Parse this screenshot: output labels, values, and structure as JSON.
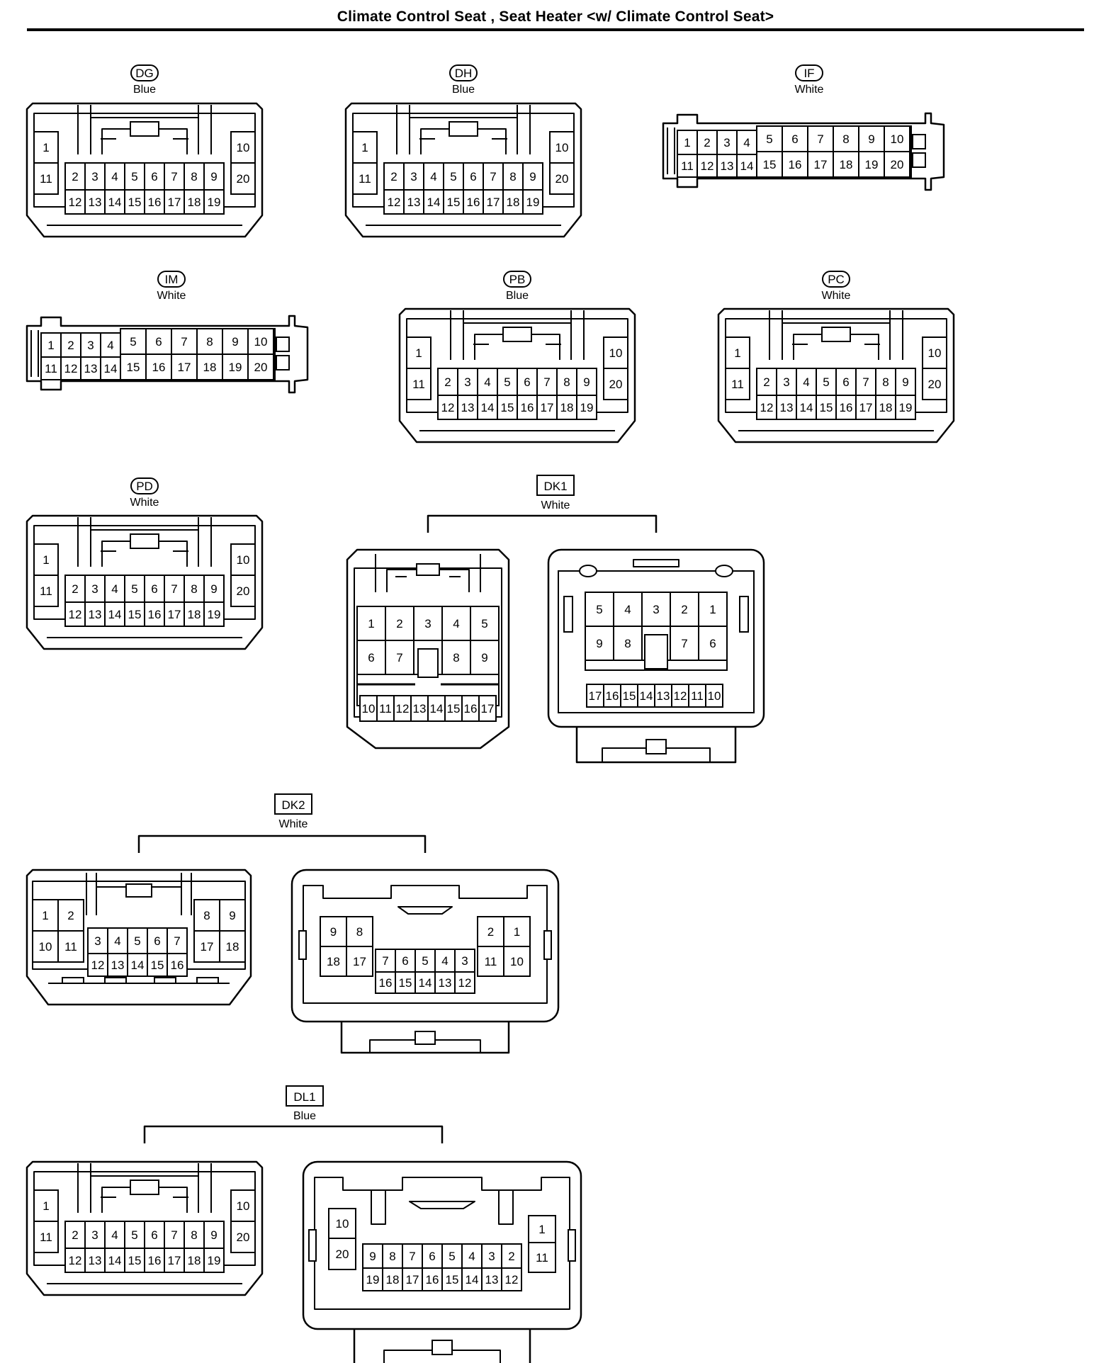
{
  "title": "Climate Control Seat , Seat Heater <w/ Climate Control Seat>",
  "connectors": [
    {
      "code": "DG",
      "color": "Blue"
    },
    {
      "code": "DH",
      "color": "Blue"
    },
    {
      "code": "IF",
      "color": "White"
    },
    {
      "code": "IM",
      "color": "White"
    },
    {
      "code": "PB",
      "color": "Blue"
    },
    {
      "code": "PC",
      "color": "White"
    },
    {
      "code": "PD",
      "color": "White"
    },
    {
      "code": "DK1",
      "color": "White"
    },
    {
      "code": "DK2",
      "color": "White"
    },
    {
      "code": "DL1",
      "color": "Blue"
    }
  ],
  "pin_layouts": {
    "type20": {
      "left": [
        "1",
        "11"
      ],
      "right": [
        "10",
        "20"
      ],
      "top": [
        "2",
        "3",
        "4",
        "5",
        "6",
        "7",
        "8",
        "9"
      ],
      "bottom": [
        "12",
        "13",
        "14",
        "15",
        "16",
        "17",
        "18",
        "19"
      ]
    },
    "type20_flat": {
      "top_left": [
        "1",
        "2",
        "3",
        "4"
      ],
      "bottom_left": [
        "11",
        "12",
        "13",
        "14"
      ],
      "top_right": [
        "5",
        "6",
        "7",
        "8",
        "9",
        "10"
      ],
      "bottom_right": [
        "15",
        "16",
        "17",
        "18",
        "19",
        "20"
      ]
    },
    "dk1_male": {
      "row1": [
        "1",
        "2",
        "3",
        "4",
        "5"
      ],
      "row2": [
        "6",
        "7",
        "",
        "8",
        "9"
      ],
      "row3": [
        "10",
        "11",
        "12",
        "13",
        "14",
        "15",
        "16",
        "17"
      ]
    },
    "dk1_female": {
      "row1": [
        "5",
        "4",
        "3",
        "2",
        "1"
      ],
      "row2": [
        "9",
        "8",
        "",
        "7",
        "6"
      ],
      "row3": [
        "17",
        "16",
        "15",
        "14",
        "13",
        "12",
        "11",
        "10"
      ]
    },
    "dk2_male": {
      "left": [
        "1",
        "2",
        "10",
        "11"
      ],
      "right": [
        "8",
        "9",
        "17",
        "18"
      ],
      "mid_top": [
        "3",
        "4",
        "5",
        "6",
        "7"
      ],
      "mid_bottom": [
        "12",
        "13",
        "14",
        "15",
        "16"
      ]
    },
    "dk2_female": {
      "left": [
        "9",
        "8",
        "18",
        "17"
      ],
      "right": [
        "2",
        "1",
        "11",
        "10"
      ],
      "mid_top": [
        "7",
        "6",
        "5",
        "4",
        "3"
      ],
      "mid_bottom": [
        "16",
        "15",
        "14",
        "13",
        "12"
      ]
    },
    "dl1_female": {
      "left": [
        "10",
        "20"
      ],
      "right": [
        "1",
        "11"
      ],
      "top": [
        "9",
        "8",
        "7",
        "6",
        "5",
        "4",
        "3",
        "2"
      ],
      "bottom": [
        "19",
        "18",
        "17",
        "16",
        "15",
        "14",
        "13",
        "12"
      ]
    }
  }
}
